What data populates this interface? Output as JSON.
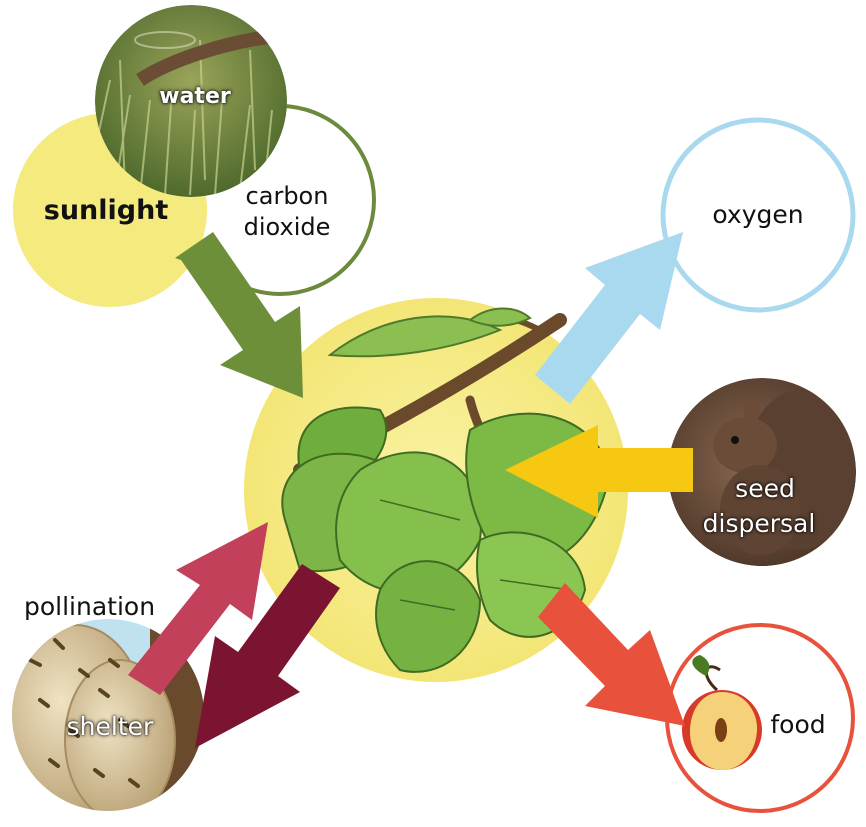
{
  "labels": {
    "water": "water",
    "sunlight": "sunlight",
    "carbon_dioxide_line1": "carbon",
    "carbon_dioxide_line2": "dioxide",
    "oxygen": "oxygen",
    "seed_dispersal_line1": "seed",
    "seed_dispersal_line2": "dispersal",
    "pollination": "pollination",
    "shelter": "shelter",
    "food": "food"
  },
  "colors": {
    "center_yellow": "#f7ec8d",
    "sunlight_yellow": "#f4ea7e",
    "carbon_dioxide_green": "#6d8a3c",
    "inflow_green": "#6e8f3a",
    "oxygen_blue": "#a8d9ee",
    "seed_yellow": "#f6c811",
    "pollination_pink": "#c2405a",
    "shelter_maroon": "#7a1430",
    "food_red": "#e8523c"
  },
  "icons": {
    "center": "leafy-branch",
    "water": "grass-and-rain",
    "seed_dispersal": "squirrel",
    "shelter": "wasp-nest-on-tree",
    "food": "halved-apple"
  }
}
